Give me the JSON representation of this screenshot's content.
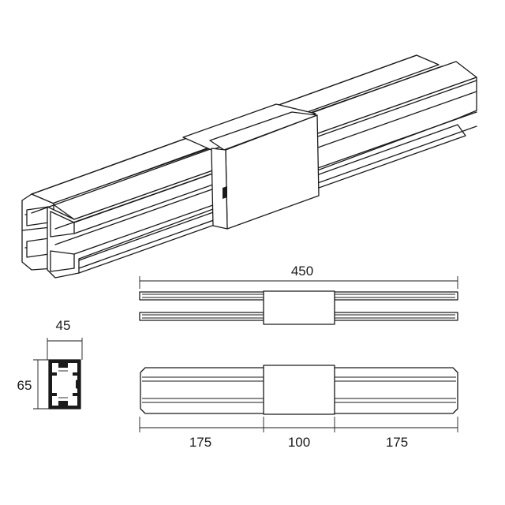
{
  "dimensions": {
    "total_length": "450",
    "width": "45",
    "height": "65",
    "left_segment": "175",
    "connector_length": "100",
    "right_segment": "175"
  }
}
